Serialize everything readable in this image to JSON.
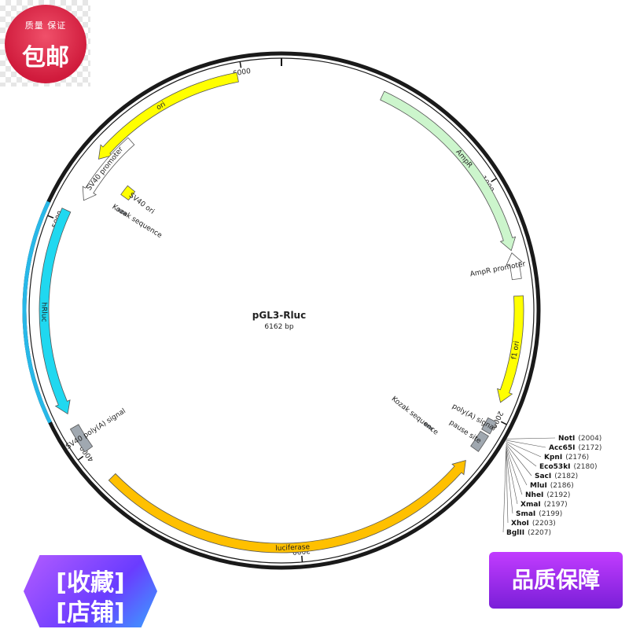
{
  "plasmid": {
    "name": "pGL3-Rluc",
    "size_label": "6162 bp",
    "total_bp": 6162
  },
  "ticks": [
    {
      "bp": 1000,
      "label": "1000"
    },
    {
      "bp": 2000,
      "label": "2000"
    },
    {
      "bp": 3000,
      "label": "3000"
    },
    {
      "bp": 4000,
      "label": "4000"
    },
    {
      "bp": 5000,
      "label": "5000"
    },
    {
      "bp": 6000,
      "label": "6000"
    }
  ],
  "features": [
    {
      "id": "ori",
      "label": "ori",
      "start": 5300,
      "end": 5980,
      "strand": -1,
      "color": "#ffff00",
      "ring": "inner1"
    },
    {
      "id": "ampr",
      "label": "AmpR",
      "start": 430,
      "end": 1290,
      "strand": 1,
      "color": "#ccf5cc",
      "ring": "inner1"
    },
    {
      "id": "ampr-promoter",
      "label": "AmpR promoter",
      "start": 1300,
      "end": 1410,
      "strand": -1,
      "color": "#ffffff",
      "ring": "inner1"
    },
    {
      "id": "f1-ori",
      "label": "f1 ori",
      "start": 1480,
      "end": 1930,
      "strand": 1,
      "color": "#ffff00",
      "ring": "inner1"
    },
    {
      "id": "luciferase",
      "label": "luciferase",
      "start": 2210,
      "end": 3860,
      "strand": -1,
      "color": "#ffc000",
      "ring": "inner1"
    },
    {
      "id": "sv40-polya",
      "label": "SV40 poly(A) signal",
      "start": 4010,
      "end": 4120,
      "strand": 0,
      "color": "#a0a8b0",
      "ring": "inner1"
    },
    {
      "id": "hrluc",
      "label": "hRluc",
      "start": 4180,
      "end": 5050,
      "strand": -1,
      "color": "#20d8f0",
      "ring": "inner1"
    },
    {
      "id": "sv40-promoter",
      "label": "SV40 promoter",
      "start": 5120,
      "end": 5450,
      "strand": -1,
      "color": "#ffffff",
      "ring": "inner0"
    },
    {
      "id": "sv40-ori",
      "label": "SV40 ori",
      "start": 5235,
      "end": 5290,
      "strand": 0,
      "color": "#ffff00",
      "ring": "inner2"
    },
    {
      "id": "kozak-2",
      "label": "Kozak sequence",
      "start": 5160,
      "end": 5170,
      "strand": 0,
      "color": "#a0a8b0",
      "ring": "inner3"
    },
    {
      "id": "polya-signal",
      "label": "poly(A) signal",
      "start": 2010,
      "end": 2065,
      "strand": 0,
      "color": "#a0a8b0",
      "ring": "inner1"
    },
    {
      "id": "pause-site",
      "label": "pause site",
      "start": 2075,
      "end": 2150,
      "strand": 0,
      "color": "#a0a8b0",
      "ring": "inner1"
    },
    {
      "id": "kozak-1",
      "label": "Kozak sequence",
      "start": 2190,
      "end": 2200,
      "strand": 0,
      "color": "#a0a8b0",
      "ring": "inner3"
    }
  ],
  "sites": [
    {
      "name": "NotI",
      "pos": "(2004)"
    },
    {
      "name": "Acc65I",
      "pos": "(2172)"
    },
    {
      "name": "KpnI",
      "pos": "(2176)"
    },
    {
      "name": "Eco53kI",
      "pos": "(2180)"
    },
    {
      "name": "SacI",
      "pos": "(2182)"
    },
    {
      "name": "MluI",
      "pos": "(2186)"
    },
    {
      "name": "NheI",
      "pos": "(2192)"
    },
    {
      "name": "XmaI",
      "pos": "(2197)"
    },
    {
      "name": "SmaI",
      "pos": "(2199)"
    },
    {
      "name": "XhoI",
      "pos": "(2203)"
    },
    {
      "name": "BglII",
      "pos": "(2207)"
    }
  ],
  "overlays": {
    "badge_top": "质量  保证",
    "badge_main": "包邮",
    "fav_line1": "[收藏]",
    "fav_line2": "[店铺]",
    "quality": "品质保障"
  },
  "colors": {
    "backbone": "#1a1a1a",
    "highlight": "#28b8e8"
  }
}
